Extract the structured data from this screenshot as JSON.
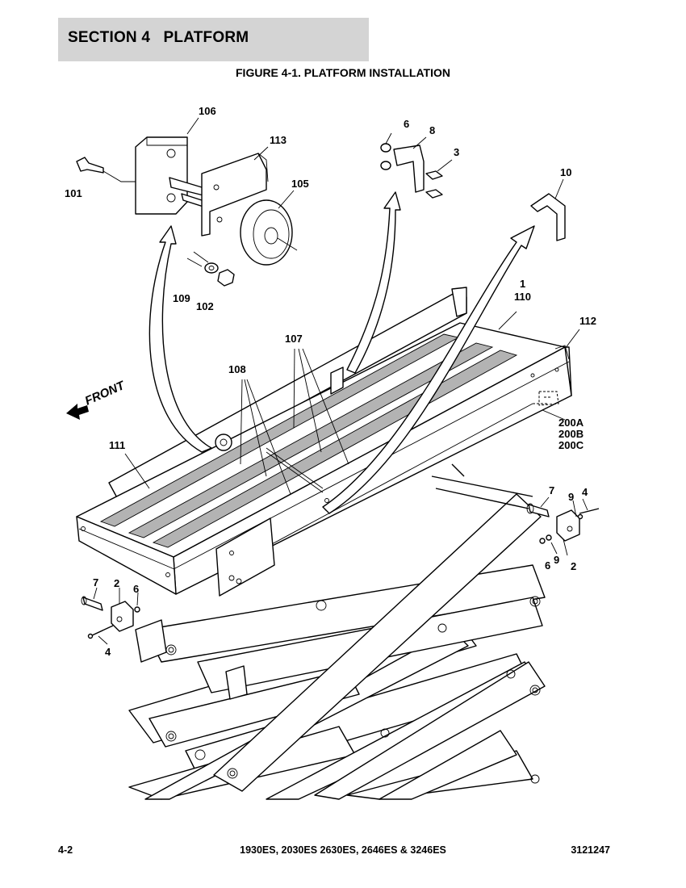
{
  "header": {
    "section_title": "SECTION 4   PLATFORM",
    "figure_title": "FIGURE 4-1. PLATFORM INSTALLATION"
  },
  "drawing": {
    "front_label": "FRONT",
    "callouts": {
      "c106": "106",
      "c113": "113",
      "c105": "105",
      "c101": "101",
      "c109": "109",
      "c102": "102",
      "c6a": "6",
      "c8": "8",
      "c3": "3",
      "c10": "10",
      "c1": "1",
      "c110": "110",
      "c112": "112",
      "c107": "107",
      "c108": "108",
      "c200a": "200A",
      "c200b": "200B",
      "c200c": "200C",
      "c111": "111",
      "c7a": "7",
      "c9a": "9",
      "c4a": "4",
      "c6b": "6",
      "c9b": "9",
      "c2a": "2",
      "c7b": "7",
      "c2b": "2",
      "c6c": "6",
      "c4b": "4"
    }
  },
  "footer": {
    "page_number": "4-2",
    "models": "1930ES, 2030ES 2630ES, 2646ES & 3246ES",
    "doc_number": "3121247"
  }
}
